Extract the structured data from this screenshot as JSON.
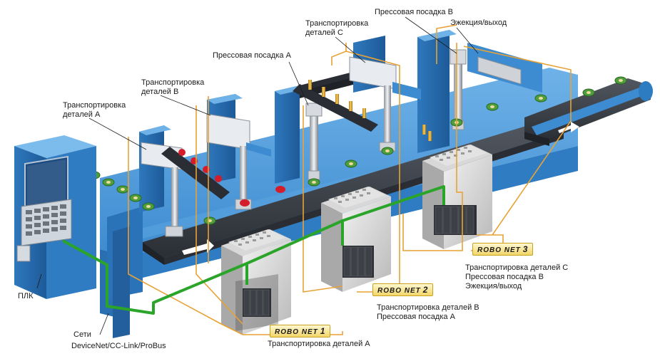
{
  "labels": {
    "transport_a": [
      "Транспортировка",
      "деталей А"
    ],
    "transport_b": [
      "Транспортировка",
      "деталей В"
    ],
    "press_a": "Прессовая посадка А",
    "transport_c": [
      "Транспортировка",
      "деталей С"
    ],
    "press_b": "Прессовая посадка В",
    "eject": "Эжекция/выход",
    "plc": "ПЛК",
    "networks": [
      "Сети",
      "DeviceNet/CC-Link/ProBus"
    ]
  },
  "robonets": [
    {
      "name": "ROBO NET",
      "num": "1",
      "tasks": [
        "Транспортировка деталей А"
      ]
    },
    {
      "name": "ROBO NET",
      "num": "2",
      "tasks": [
        "Транспортировка деталей В",
        "Прессовая посадка А"
      ]
    },
    {
      "name": "ROBO NET",
      "num": "3",
      "tasks": [
        "Транспортировка деталей С",
        "Прессовая посадка В",
        "Эжекция/выход"
      ]
    }
  ],
  "colors": {
    "machine_blue": "#3f8ed0",
    "machine_dark": "#1f5f9e",
    "belt": "#3a3f47",
    "network_green": "#2aa52a",
    "wire_orange": "#e8a235",
    "cabinet_gray": "#c9c9c9",
    "badge_gold": "#f2d66a"
  }
}
